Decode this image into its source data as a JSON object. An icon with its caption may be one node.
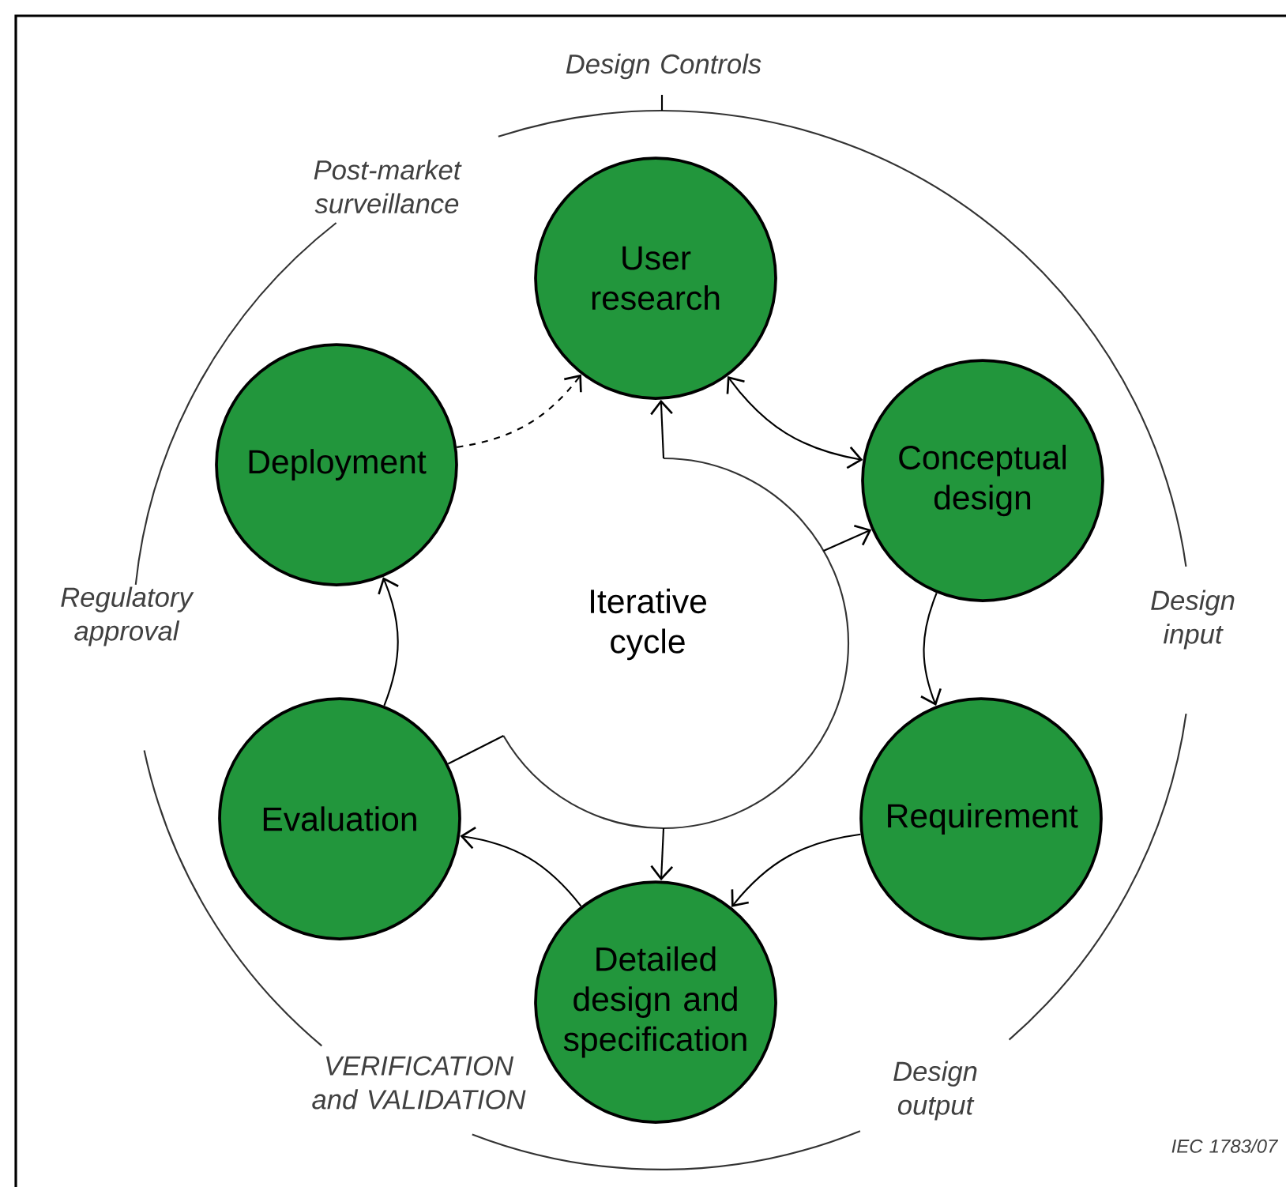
{
  "diagram": {
    "nodes": [
      {
        "text": [
          "User research"
        ]
      },
      {
        "text": [
          "Conceptual design"
        ]
      },
      {
        "text": [
          "Requirement"
        ]
      },
      {
        "text": [
          "Detailed design and specification"
        ]
      },
      {
        "text": [
          "Evaluation"
        ]
      },
      {
        "text": [
          "Deployment"
        ]
      },
      {
        "text": [
          "Iterative cycle"
        ]
      }
    ],
    "edges": [
      {
        "from": 0,
        "to": 1,
        "arrow": "both"
      },
      {
        "from": 1,
        "to": 2,
        "arrow": "to"
      },
      {
        "from": 2,
        "to": 3,
        "arrow": "to"
      },
      {
        "from": 3,
        "to": 4,
        "arrow": "to"
      },
      {
        "from": 4,
        "to": 5,
        "arrow": "to"
      },
      {
        "from": 5,
        "to": 0,
        "arrow": "to",
        "style": "dashed"
      },
      {
        "from": 6,
        "to": 0,
        "arrow": "to"
      },
      {
        "from": 6,
        "to": 1,
        "arrow": "to"
      },
      {
        "from": 6,
        "to": 3,
        "arrow": "to"
      },
      {
        "from": 6,
        "to": 4,
        "arrow": "none"
      }
    ],
    "labels": [
      "Design Controls",
      "Post-market surveillance",
      "Regulatory approval",
      "Design input",
      "VERIFICATION and VALIDATION",
      "Design output",
      "IEC 1783/07"
    ]
  }
}
